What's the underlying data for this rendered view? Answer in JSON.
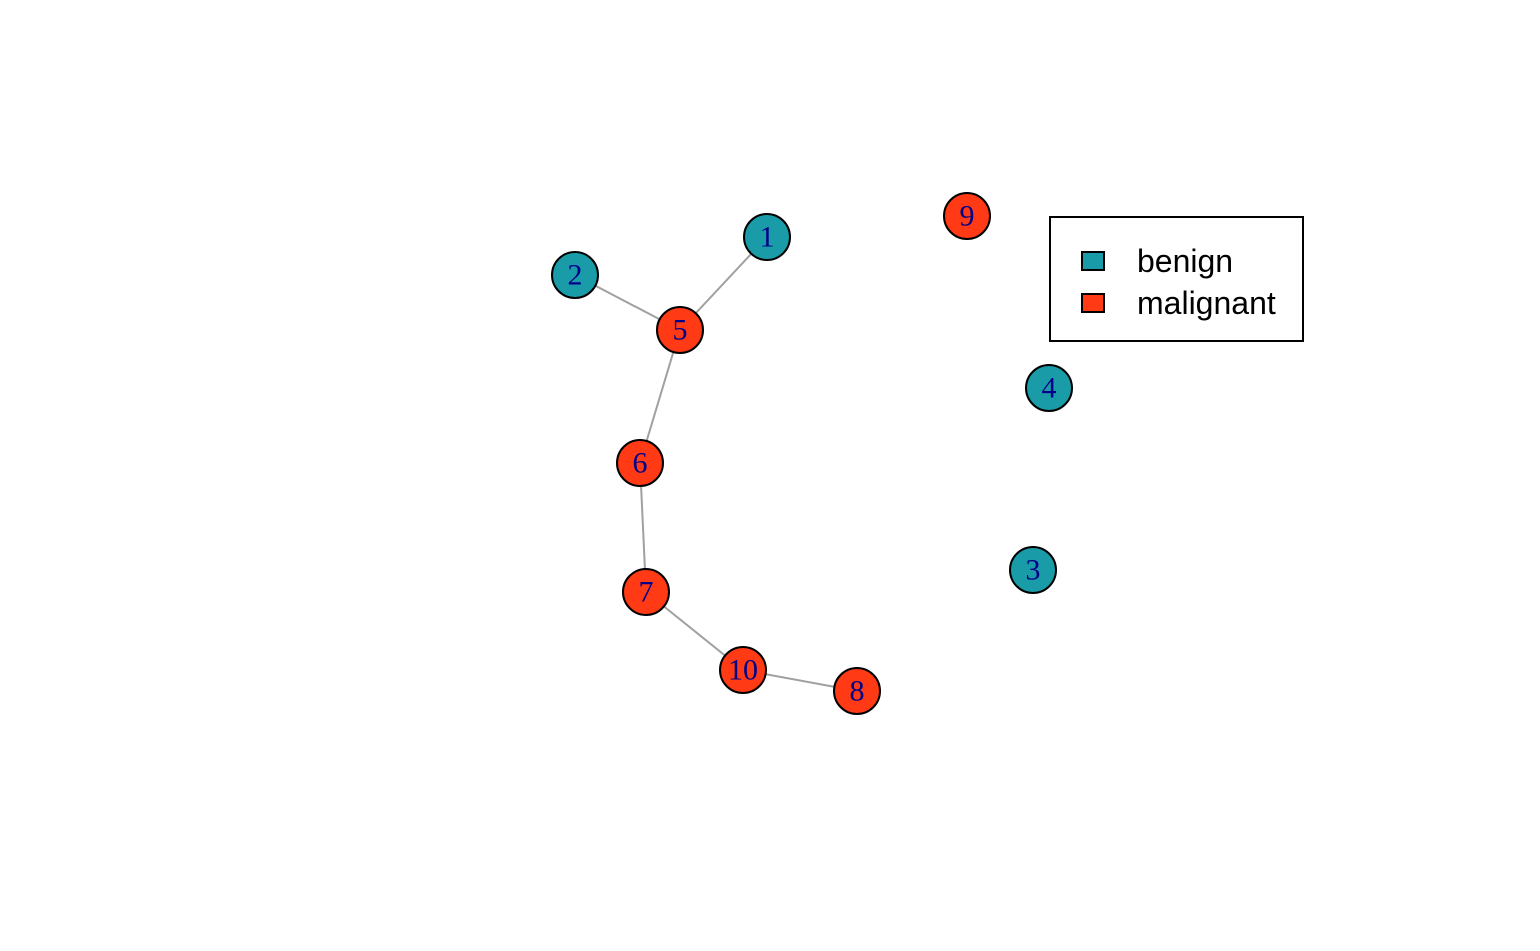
{
  "graph": {
    "nodes": [
      {
        "id": "1",
        "group": "benign"
      },
      {
        "id": "2",
        "group": "benign"
      },
      {
        "id": "3",
        "group": "benign"
      },
      {
        "id": "4",
        "group": "benign"
      },
      {
        "id": "5",
        "group": "malignant"
      },
      {
        "id": "6",
        "group": "malignant"
      },
      {
        "id": "7",
        "group": "malignant"
      },
      {
        "id": "8",
        "group": "malignant"
      },
      {
        "id": "9",
        "group": "malignant"
      },
      {
        "id": "10",
        "group": "malignant"
      }
    ],
    "edges": [
      {
        "from": "1",
        "to": "5"
      },
      {
        "from": "2",
        "to": "5"
      },
      {
        "from": "5",
        "to": "6"
      },
      {
        "from": "6",
        "to": "7"
      },
      {
        "from": "7",
        "to": "10"
      },
      {
        "from": "10",
        "to": "8"
      }
    ]
  },
  "colors": {
    "benign": "#1a9ca8",
    "malignant": "#ff3a14",
    "edge": "#a0a0a0",
    "label": "#00008b"
  },
  "legend": {
    "items": [
      {
        "label": "benign",
        "color": "#1a9ca8"
      },
      {
        "label": "malignant",
        "color": "#ff3a14"
      }
    ]
  }
}
